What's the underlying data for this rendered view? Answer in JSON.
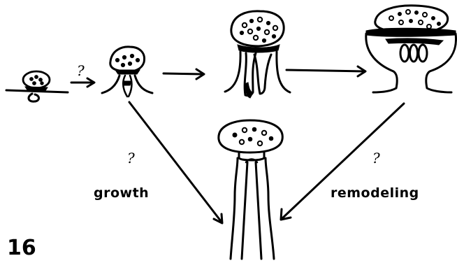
{
  "labels": {
    "q_first_step": "?",
    "q_growth": "?",
    "q_remodeling": "?",
    "growth": "growth",
    "remodeling": "remodeling",
    "figure_number": "16"
  }
}
